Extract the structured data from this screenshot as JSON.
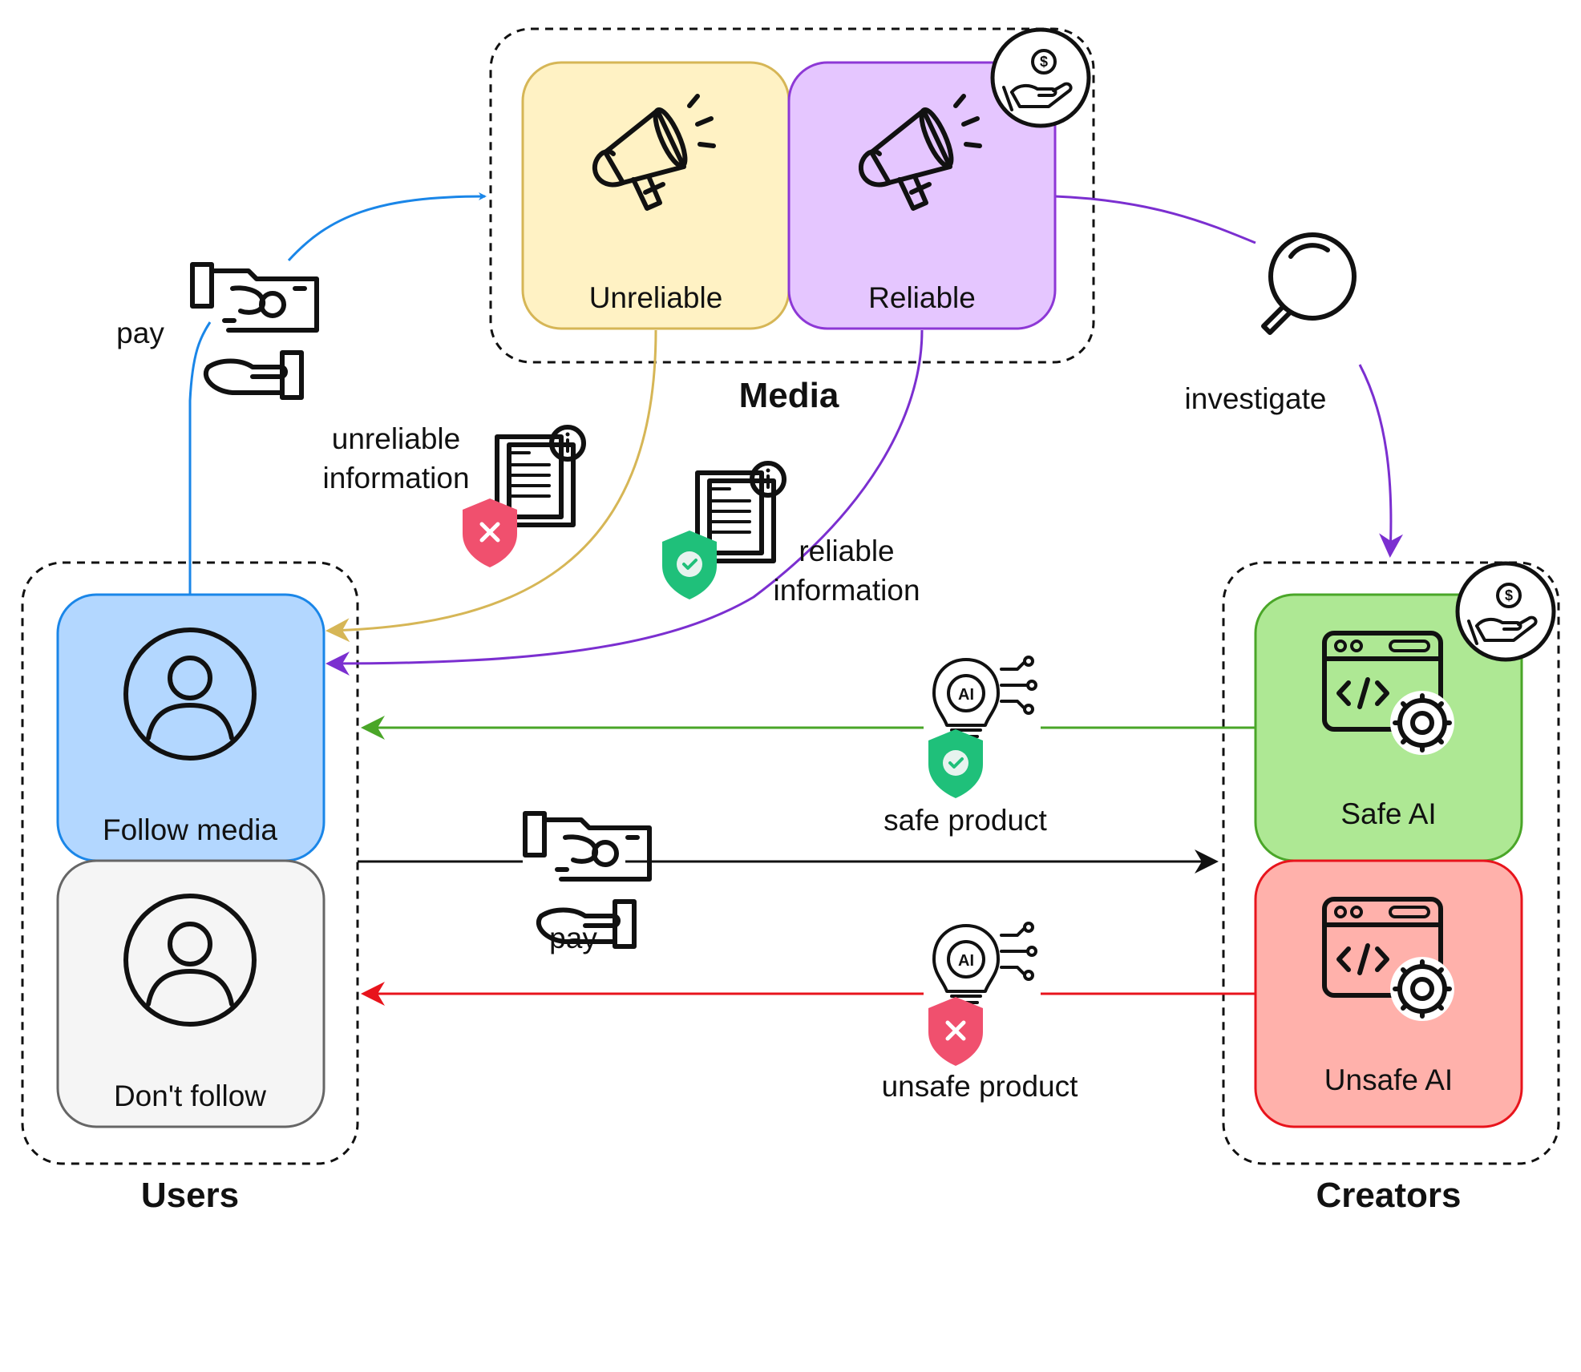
{
  "groups": {
    "media": {
      "title": "Media"
    },
    "users": {
      "title": "Users"
    },
    "creators": {
      "title": "Creators"
    }
  },
  "nodes": {
    "unreliable": {
      "label": "Unreliable",
      "fill": "#fff2c4",
      "stroke": "#d6b656"
    },
    "reliable": {
      "label": "Reliable",
      "fill": "#e5c6ff",
      "stroke": "#8d38d6"
    },
    "follow_media": {
      "label": "Follow media",
      "fill": "#b3d7ff",
      "stroke": "#1a86e8"
    },
    "dont_follow": {
      "label": "Don't follow",
      "fill": "#f5f5f5",
      "stroke": "#666666"
    },
    "safe_ai": {
      "label": "Safe AI",
      "fill": "#aee894",
      "stroke": "#4aa628"
    },
    "unsafe_ai": {
      "label": "Unsafe AI",
      "fill": "#ffb1ab",
      "stroke": "#e8141c"
    }
  },
  "edges": {
    "pay_media": {
      "label": "pay",
      "color": "#1a86e8"
    },
    "unreliable_information": {
      "label_line1": "unreliable",
      "label_line2": "information",
      "color": "#d6b656"
    },
    "reliable_information": {
      "label_line1": "reliable",
      "label_line2": "information",
      "color": "#7b2fd0"
    },
    "investigate": {
      "label": "investigate",
      "color": "#7b2fd0"
    },
    "safe_product": {
      "label": "safe product",
      "color": "#4aa628"
    },
    "pay_creators": {
      "label": "pay",
      "color": "#111111"
    },
    "unsafe_product": {
      "label": "unsafe product",
      "color": "#e8141c"
    }
  },
  "icons": {
    "megaphone": "megaphone-icon",
    "user": "user-icon",
    "code_window": "code-settings-icon",
    "money": "money-hand-icon",
    "document": "document-info-icon",
    "shield_ok": "shield-check-icon",
    "shield_bad": "shield-x-icon",
    "magnifier": "magnifier-icon",
    "ai_bulb": "ai-lightbulb-icon",
    "funding": "funding-badge-icon"
  },
  "colors": {
    "shield_ok": "#1fc07a",
    "shield_bad": "#f0506e"
  }
}
